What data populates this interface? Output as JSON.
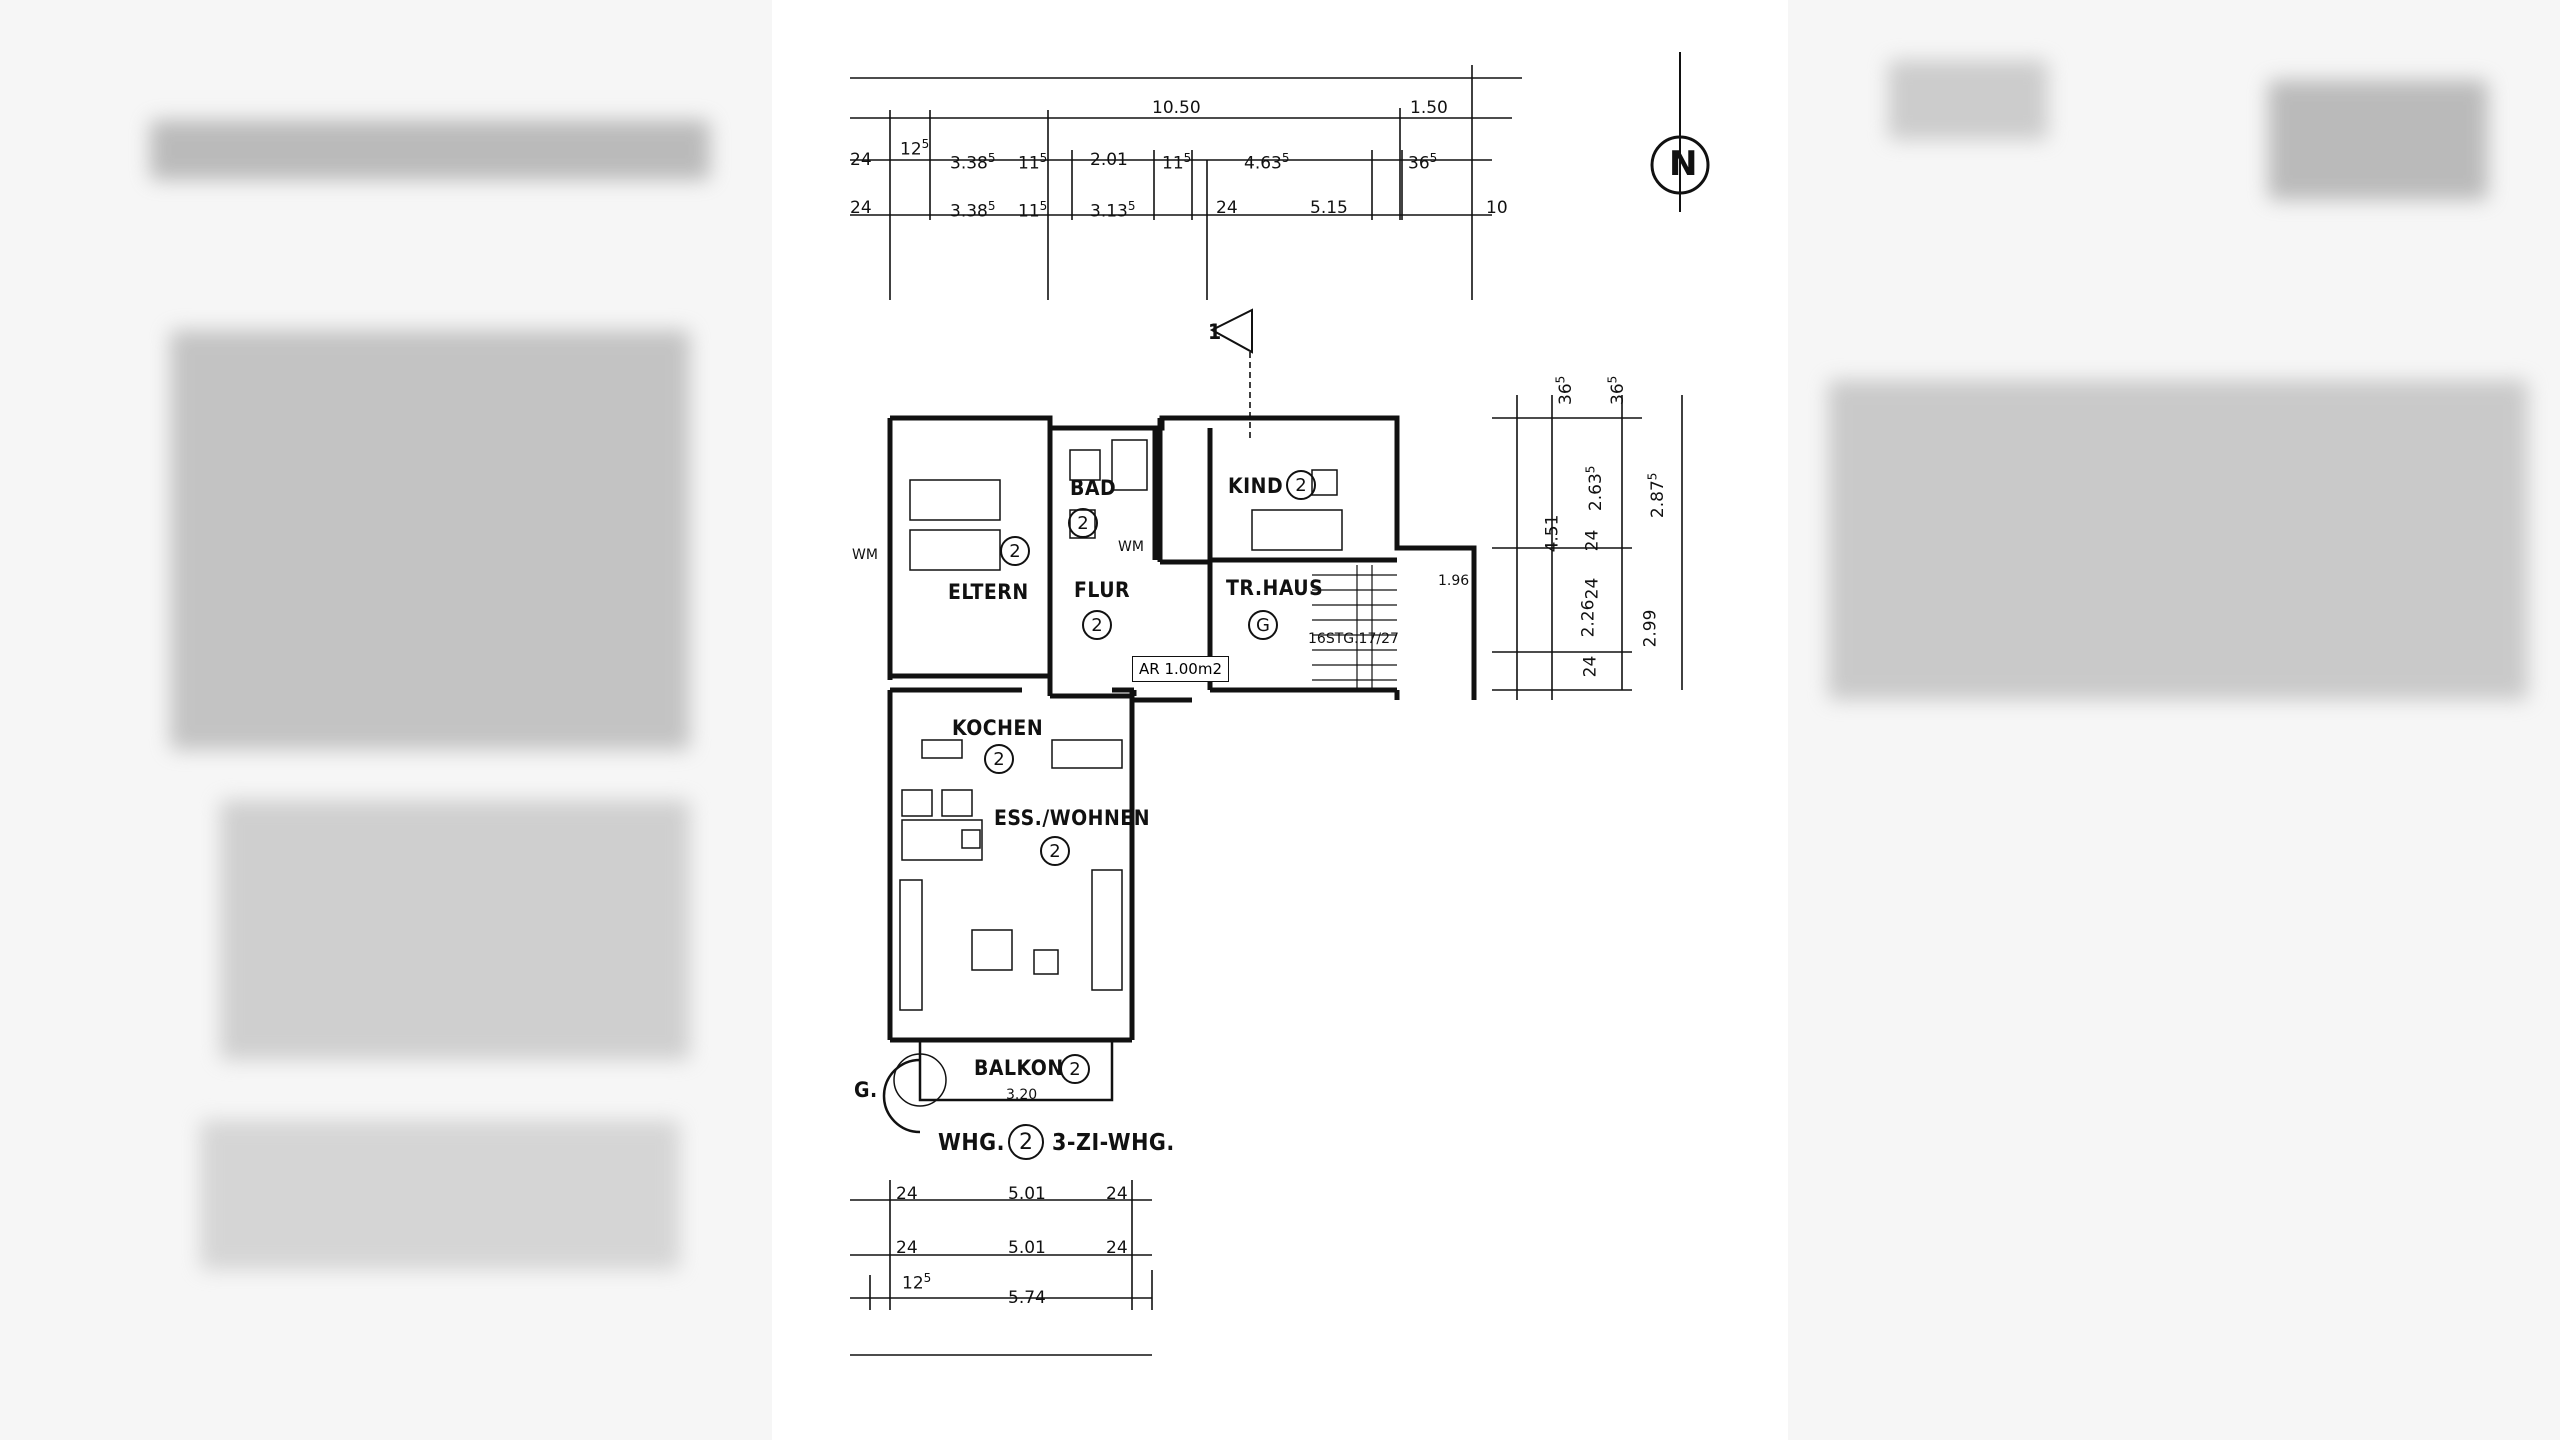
{
  "north_label": "N",
  "section_marker": "1",
  "top_dimensions": {
    "row1": [
      "10.50",
      "1.50"
    ],
    "row2": [
      "24",
      "12",
      "5",
      "3.38",
      "5",
      "11",
      "5",
      "2.01",
      "11",
      "5",
      "4.63",
      "5",
      "36",
      "5"
    ],
    "row3": [
      "24",
      "3.38",
      "5",
      "11",
      "5",
      "3.13",
      "5",
      "24",
      "5.15",
      "10"
    ]
  },
  "right_dimensions": [
    "36",
    "5",
    "36",
    "5",
    "4.51",
    "2.63",
    "5",
    "24",
    "2.87",
    "5",
    "24",
    "2.26",
    "2.99",
    "24"
  ],
  "bottom_dimensions": {
    "row1": [
      "24",
      "5.01",
      "24"
    ],
    "row2": [
      "24",
      "5.01",
      "24"
    ],
    "row3": [
      "12",
      "5",
      "5.74"
    ]
  },
  "rooms": {
    "eltern": "ELTERN",
    "bad": "BAD",
    "kind": "KIND",
    "flur": "FLUR",
    "trhaus": "TR.HAUS",
    "kochen": "KOCHEN",
    "esswohnen": "ESS./WOHNEN",
    "balkon": "BALKON",
    "wm": "WM",
    "wm_left": "WM"
  },
  "unit_number": "2",
  "stair_unit": "G",
  "ar_label": "AR 1.00m2",
  "stair_label": "16STG.17/27",
  "level_label": "1.96",
  "balcony_width": "3.20",
  "apartment_title": {
    "prefix": "WHG.",
    "number": "2",
    "suffix": "3-ZI-WHG."
  },
  "left_cut_label": "G."
}
